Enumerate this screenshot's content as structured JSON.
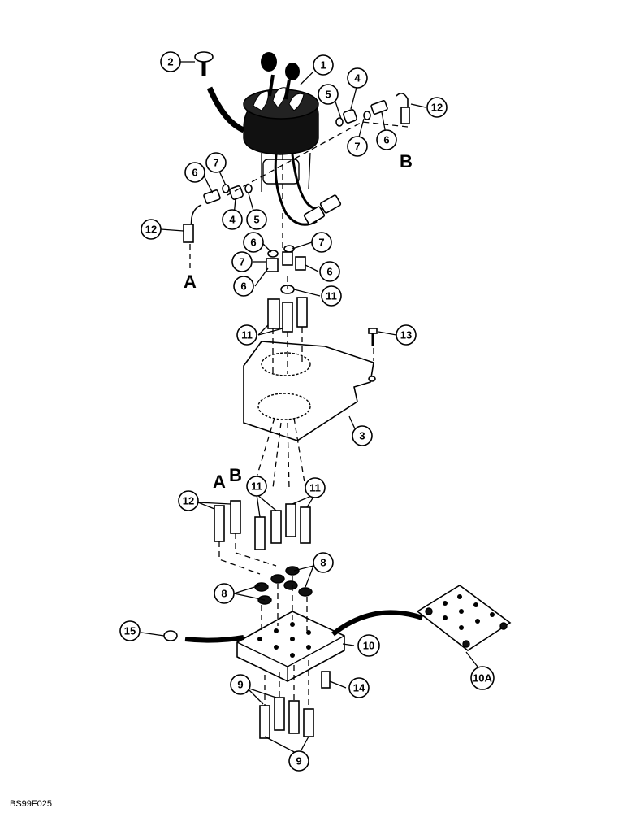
{
  "callouts": {
    "c1": "1",
    "c2": "2",
    "c3": "3",
    "c4a": "4",
    "c4b": "4",
    "c5a": "5",
    "c5b": "5",
    "c6a": "6",
    "c6b": "6",
    "c6c": "6",
    "c6d": "6",
    "c6e": "6",
    "c7a": "7",
    "c7b": "7",
    "c7c": "7",
    "c7d": "7",
    "c8a": "8",
    "c8b": "8",
    "c9a": "9",
    "c9b": "9",
    "c10": "10",
    "c10a": "10A",
    "c11a": "11",
    "c11b": "11",
    "c11c": "11",
    "c11d": "11",
    "c12a": "12",
    "c12b": "12",
    "c12c": "12",
    "c13": "13",
    "c14": "14",
    "c15": "15"
  },
  "letters": {
    "b_top": "B",
    "a_left": "A",
    "a_lower": "A",
    "b_lower": "B"
  },
  "figure_code": "BS99F025"
}
